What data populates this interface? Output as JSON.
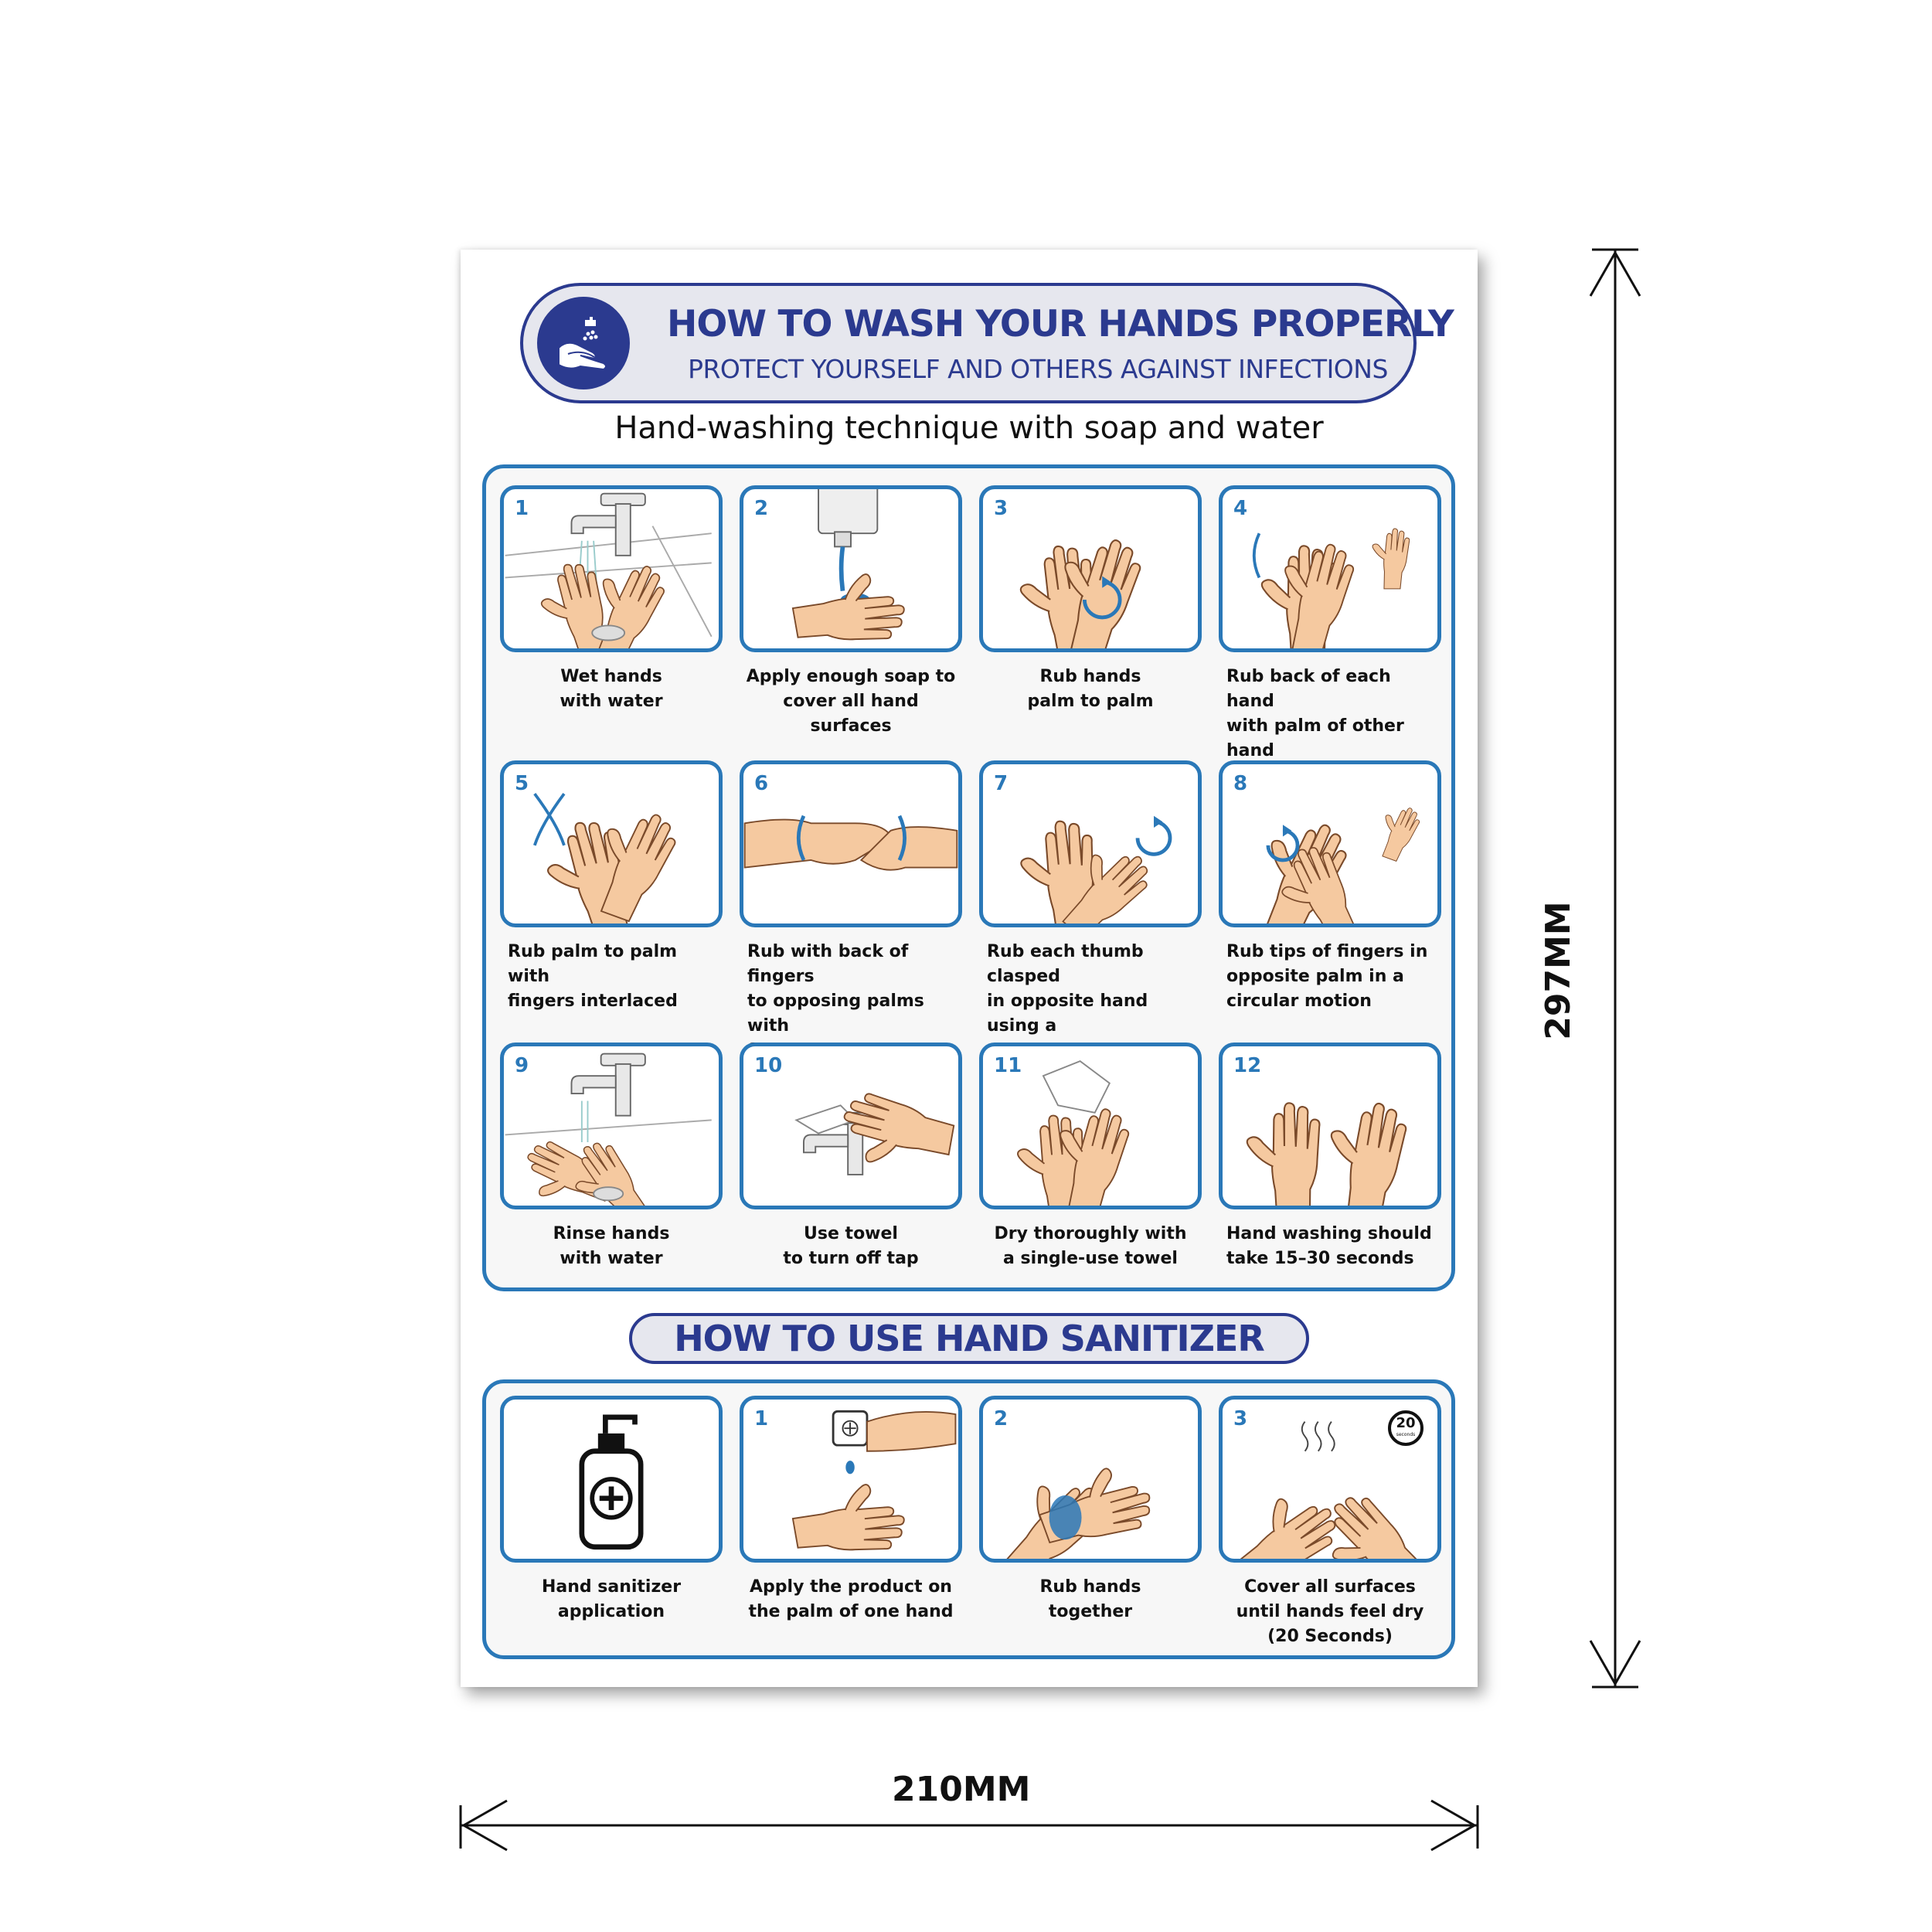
{
  "poster": {
    "title": "HOW TO WASH YOUR HANDS PROPERLY",
    "subtitle": "PROTECT YOURSELF AND OTHERS AGAINST INFECTIONS",
    "section_title": "Hand-washing technique with soap and water",
    "wash_steps": [
      {
        "number": "1",
        "caption": "Wet hands\nwith water",
        "icon": "faucet-wet-hands-icon"
      },
      {
        "number": "2",
        "caption": "Apply enough soap to\ncover all hand surfaces",
        "icon": "soap-dispenser-icon"
      },
      {
        "number": "3",
        "caption": "Rub hands\npalm to palm",
        "icon": "palm-to-palm-icon"
      },
      {
        "number": "4",
        "caption": "Rub back of each hand\nwith palm of other hand\nwith fingers interlaced",
        "icon": "back-of-hand-icon"
      },
      {
        "number": "5",
        "caption": "Rub palm to palm with\nfingers interlaced",
        "icon": "fingers-interlaced-icon"
      },
      {
        "number": "6",
        "caption": "Rub with back of fingers\nto opposing palms with\nfingers interlocked",
        "icon": "fingers-interlocked-icon"
      },
      {
        "number": "7",
        "caption": "Rub each thumb clasped\nin opposite hand using a\nrotational movement",
        "icon": "thumb-rotation-icon"
      },
      {
        "number": "8",
        "caption": "Rub tips of fingers in\nopposite palm in a\ncircular motion",
        "icon": "fingertips-circular-icon"
      },
      {
        "number": "9",
        "caption": "Rinse hands\nwith water",
        "icon": "rinse-hands-icon"
      },
      {
        "number": "10",
        "caption": "Use towel\nto turn off tap",
        "icon": "towel-tap-icon"
      },
      {
        "number": "11",
        "caption": "Dry thoroughly with\na single-use towel",
        "icon": "dry-towel-icon"
      },
      {
        "number": "12",
        "caption": "Hand washing should\ntake 15–30 seconds",
        "icon": "clean-hands-icon"
      }
    ],
    "sanitizer_title": "HOW TO USE HAND SANITIZER",
    "sanitizer_steps": [
      {
        "number": "",
        "caption": "Hand sanitizer\napplication",
        "icon": "sanitizer-bottle-icon"
      },
      {
        "number": "1",
        "caption": "Apply the product on\nthe palm of one hand",
        "icon": "apply-sanitizer-icon"
      },
      {
        "number": "2",
        "caption": "Rub hands\ntogether",
        "icon": "rub-hands-icon"
      },
      {
        "number": "3",
        "caption": "Cover all surfaces\nuntil hands feel dry\n(20 Seconds)",
        "icon": "dry-hands-timer-icon",
        "timer_label": "20",
        "timer_sub": "seconds"
      }
    ]
  },
  "dimensions": {
    "width_label": "210MM",
    "height_label": "297MM"
  },
  "colors": {
    "brand_blue": "#2b3a8f",
    "frame_blue": "#2a78b8",
    "pill_fill": "#e6e7ee",
    "skin": "#f5c9a0",
    "skin_outline": "#7a4a2a"
  }
}
